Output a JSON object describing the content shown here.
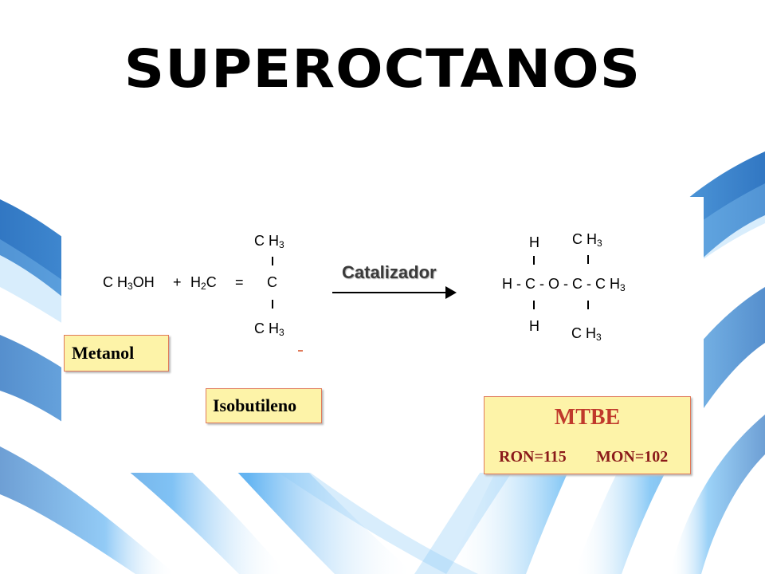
{
  "title": "SUPEROCTANOS",
  "reaction": {
    "reactant1": "C H3OH",
    "plus": "+",
    "reactant2_prefix": "H2C",
    "equals": "=",
    "isobutylene_top": "C H3",
    "isobutylene_center": "C",
    "isobutylene_bottom": "C H3",
    "catalyst": "Catalizador",
    "product_h_top": "H",
    "product_ch3_top": "C H3",
    "product_main": "H - C - O - C - C H3",
    "product_h_bottom": "H",
    "product_ch3_bottom": "C H3"
  },
  "labels": {
    "metanol": "Metanol",
    "isobutileno": "Isobutileno",
    "mtbe": "MTBE",
    "ron": "RON=115",
    "mon": "MON=102"
  },
  "colors": {
    "box_fill": "#fdf3a8",
    "box_border": "#e07a5a",
    "mtbe_text": "#c0392b",
    "octane_text": "#8b1a1a",
    "swoosh_blue": "#1f7fd6"
  }
}
